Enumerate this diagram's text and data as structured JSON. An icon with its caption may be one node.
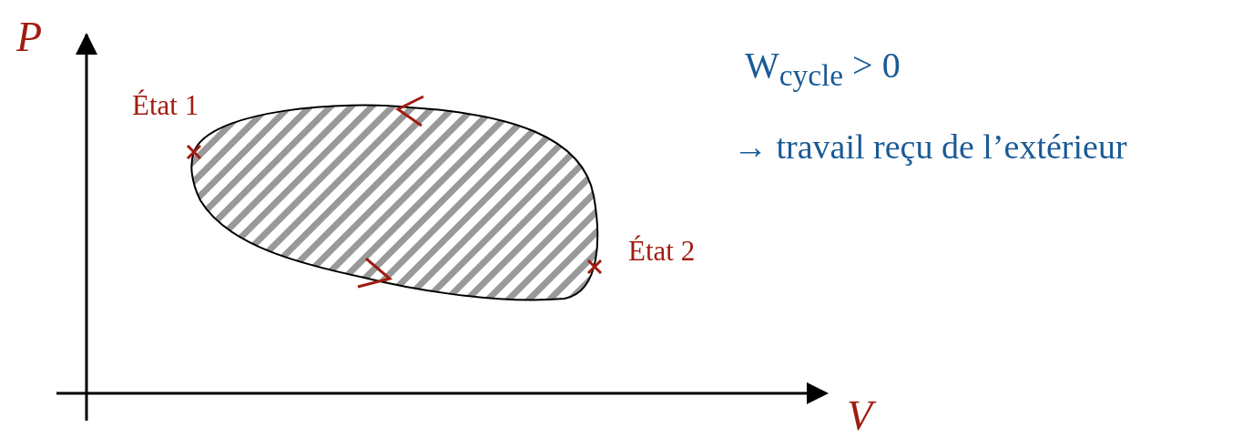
{
  "diagram": {
    "labels": [
      "P",
      "État 1",
      "W$_{cycle}$ > 0",
      "→ travail reçu de l’extérieur",
      "État 2",
      "V"
    ]
  }
}
